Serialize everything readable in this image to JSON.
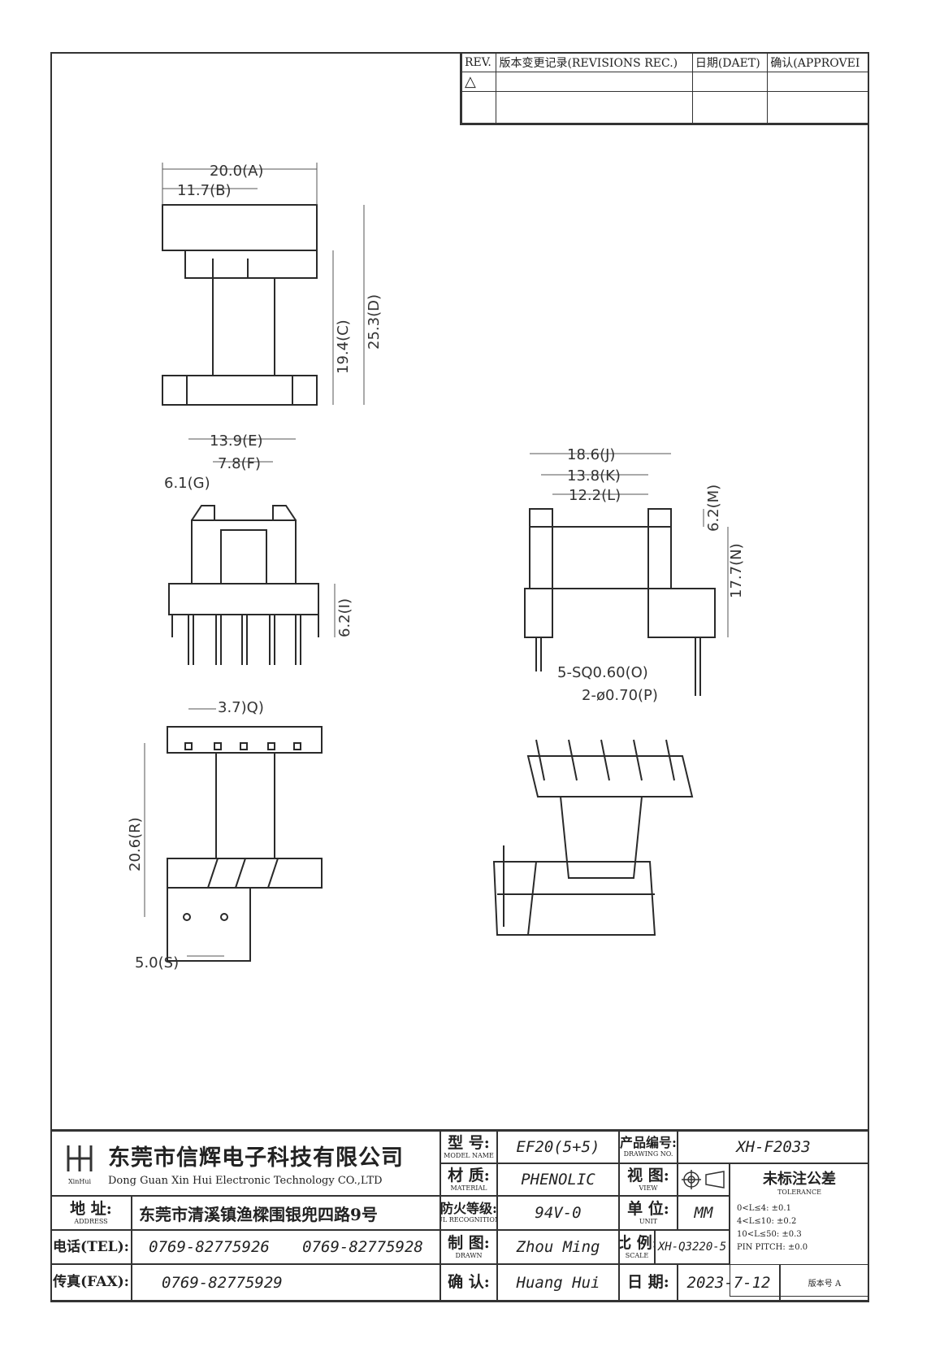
{
  "revision_table": {
    "headers": [
      "REV.",
      "版本变更记录(REVISIONS REC.)",
      "日期(DAET)",
      "确认(APPROVEI"
    ],
    "rev_symbol": "△"
  },
  "drawing": {
    "dims_top": {
      "a": "20.0(A)",
      "b": "11.7(B)",
      "c": "19.4(C)",
      "d": "25.3(D)"
    },
    "dims_front": {
      "e": "13.9(E)",
      "f": "7.8(F)",
      "g": "6.1(G)",
      "i": "6.2(I)"
    },
    "dims_side": {
      "j": "18.6(J)",
      "k": "13.8(K)",
      "l": "12.2(L)",
      "m": "6.2(M)",
      "n": "17.7(N)",
      "o": "5-SQ0.60(O)",
      "p": "2-ø0.70(P)"
    },
    "dims_bottom": {
      "q": "3.7)Q)",
      "r": "20.6(R)",
      "s": "5.0(S)"
    }
  },
  "title_block": {
    "company_cn": "东莞市信辉电子科技有限公司",
    "company_en": "Dong Guan Xin Hui Electronic Technology CO.,LTD",
    "logo_text": "XinHui",
    "address_label": "地 址:",
    "address_label_en": "ADDRESS",
    "address": "东莞市清溪镇渔樑围银兜四路9号",
    "tel_label": "电话(TEL):",
    "tel1": "0769-82775926",
    "tel2": "0769-82775928",
    "fax_label": "传真(FAX):",
    "fax": "0769-82775929",
    "model_label": "型 号:",
    "model_label_en": "MODEL NAME",
    "model": "EF20(5+5)",
    "material_label": "材 质:",
    "material_label_en": "MATERIAL",
    "material": "PHENOLIC",
    "fire_label": "防火等级:",
    "fire_label_en": "UL RECOGNITION",
    "fire": "94V-0",
    "drawn_label": "制 图:",
    "drawn_label_en": "DRAWN",
    "drawn": "Zhou Ming",
    "check_label": "确 认:",
    "check": "Huang Hui",
    "part_no_label": "产品编号:",
    "part_no_label_en": "DRAWING NO.",
    "part_no": "XH-F2033",
    "view_label": "视 图:",
    "view_label_en": "VIEW",
    "unit_label": "单 位:",
    "unit_label_en": "UNIT",
    "unit": "MM",
    "scale_label": "比 例:",
    "scale_label_en": "SCALE",
    "scale": "XH-Q3220-5",
    "date_label": "日 期:",
    "date": "2023-7-12",
    "tolerance_title": "未标注公差",
    "tolerance_sub": "TOLERANCE",
    "tolerance_rows": [
      "0<L≤4: ±0.1",
      "4<L≤10: ±0.2",
      "10<L≤50: ±0.3",
      "PIN PITCH: ±0.0"
    ],
    "version": "版本号 A"
  }
}
